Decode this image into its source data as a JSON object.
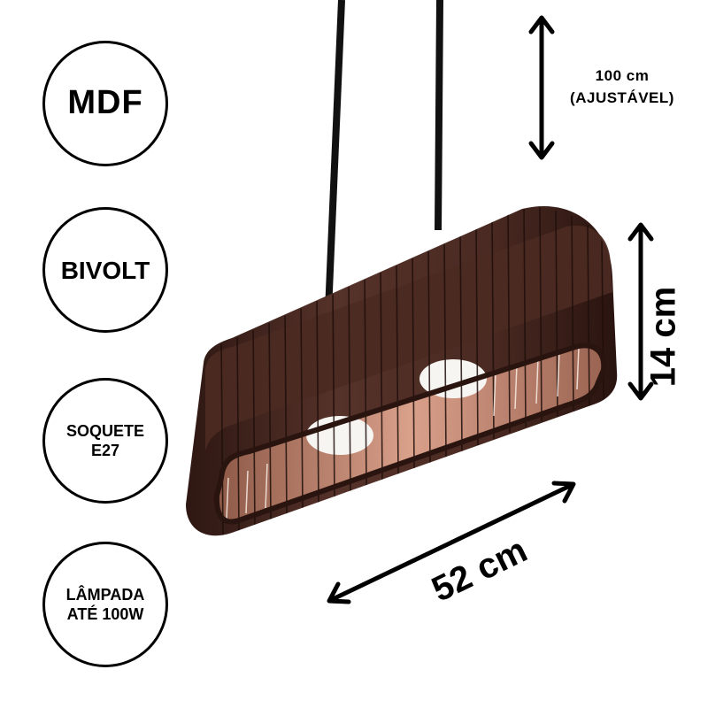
{
  "badges": [
    {
      "lines": [
        "MDF"
      ]
    },
    {
      "lines": [
        "BIVOLT"
      ]
    },
    {
      "lines": [
        "SOQUETE",
        "E27"
      ]
    },
    {
      "lines": [
        "LÂMPADA",
        "ATÉ 100W"
      ]
    }
  ],
  "dimensions": {
    "cable_length_line1": "100 cm",
    "cable_length_line2": "(AJUSTÁVEL)",
    "height": "14 cm",
    "length": "52 cm"
  },
  "colors": {
    "wood_dark": "#3b1f18",
    "wood_mid": "#5a342a",
    "wood_inner": "#c88f79",
    "cable": "#111111",
    "accent": "#000000"
  }
}
